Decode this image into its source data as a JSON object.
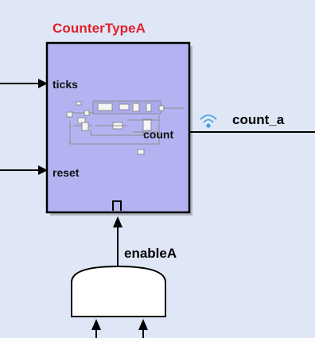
{
  "block": {
    "title": "CounterTypeA",
    "title_color": "#e0202a",
    "fill_color": "#b3b3f2",
    "ports": {
      "in1": "ticks",
      "in2": "reset",
      "out1": "count"
    },
    "trigger_icon": "pulse-enable-icon",
    "logging_icon": "signal-logging-icon"
  },
  "signals": {
    "output": "count_a",
    "enable": "enableA"
  },
  "logic_block": {
    "icon": "and-gate-shape"
  }
}
